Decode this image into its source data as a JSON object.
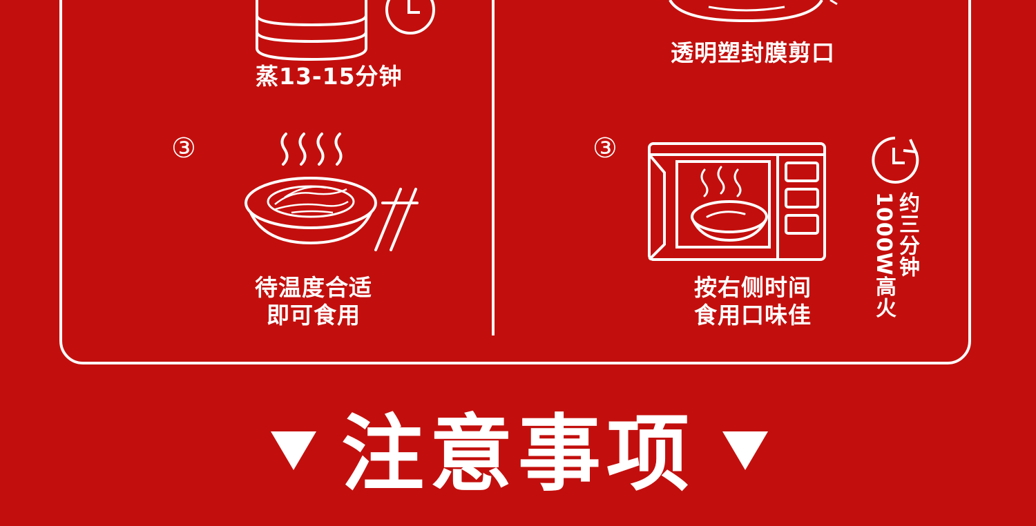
{
  "steamer": {
    "step2_label": "蒸13-15分钟",
    "step3_number": "③",
    "step3_line1": "待温度合适",
    "step3_line2": "即可食用"
  },
  "microwave": {
    "step2_label": "透明塑封膜剪口",
    "step3_number": "③",
    "step3_line1": "按右侧时间",
    "step3_line2": "食用口味佳",
    "time_line1": "约三分钟",
    "time_line2": "1000W高火"
  },
  "notice": {
    "title": "注意事项"
  }
}
